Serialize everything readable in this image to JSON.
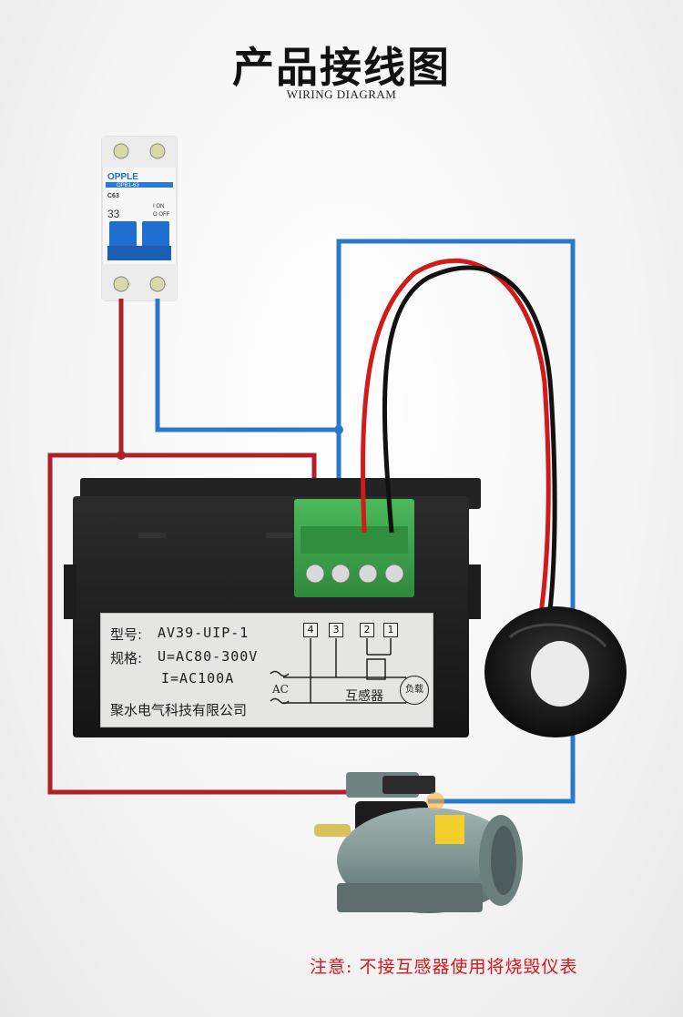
{
  "header": {
    "title": "产品接线图",
    "subtitle": "WIRING DIAGRAM"
  },
  "breaker": {
    "brand": "OPPLE",
    "model": "OPB1-63",
    "rating": "C63",
    "rating_big": "33",
    "on_label": "I ON",
    "off_label": "O OFF"
  },
  "meter_label": {
    "model_label": "型号:",
    "model_value": "AV39-UIP-1",
    "spec_label": "规格:",
    "voltage": "U=AC80-300V",
    "current": "I=AC100A",
    "manufacturer": "聚水电气科技有限公司",
    "terminals": [
      "4",
      "3",
      "2",
      "1"
    ],
    "ct_label": "互感器",
    "ac_label": "AC",
    "load_label": "负载"
  },
  "note": "注意: 不接互感器使用将烧毁仪表",
  "colors": {
    "live_wire": "#b0202a",
    "neutral_wire": "#2a78c8",
    "ct_red": "#d11a1a",
    "ct_black": "#111111",
    "terminal_green": "#3aa64a",
    "note_red": "#d8141c"
  }
}
